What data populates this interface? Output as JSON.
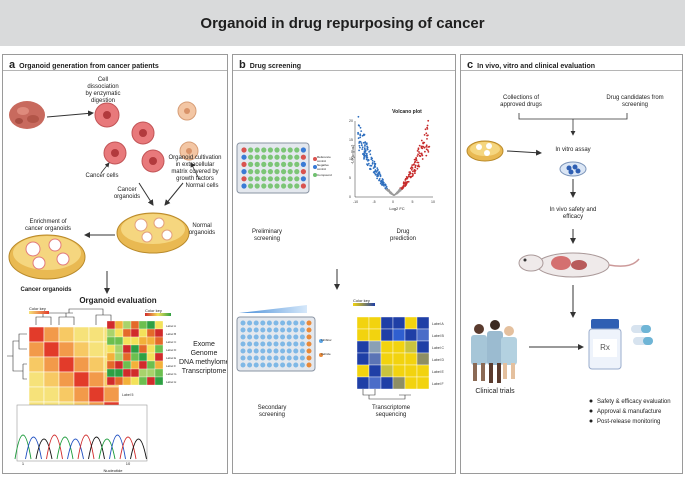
{
  "title": "Organoid in drug repurposing of cancer",
  "panel_a": {
    "letter": "a",
    "title": "Organoid generation from  cancer patients",
    "cell_dissociation": "Cell\ndissociation\nby enzymatic\ndigestion",
    "cancer_cells": "Cancer cells",
    "normal_cells": "Normal cells",
    "cancer_organoids": "Cancer\norganoids",
    "organoid_cultivation": "Organoid cultivation\nin extracellular\nmatrix covered by\ngrowth factors",
    "normal_organoids": "Normal\norganoids",
    "enrichment": "Enrichment of\ncancer organoids",
    "cancer_organoids_bottom": "Cancer organoids",
    "organoid_evaluation": "Organoid evaluation",
    "omics": [
      "Exome",
      "Genome",
      "DNA methylome",
      "Transcriptome"
    ],
    "color_key": "Color key",
    "heat_labels": [
      "Label 1",
      "Label 2",
      "Label 3",
      "Label 4",
      "Label 5",
      "Label 6"
    ],
    "heat_labels_b": [
      "Label A",
      "Label B",
      "Label C",
      "Label D",
      "Label E",
      "Label F",
      "Label G",
      "Label H"
    ],
    "nucleotide": "Nucleotide",
    "nuc_start": "1",
    "nuc_end": "10"
  },
  "panel_b": {
    "letter": "b",
    "title": "Drug screening",
    "volcano_title": "Volcano plot",
    "volcano_xlabel": "Log2 FC",
    "volcano_ylabel": "-Log₁₀(pₐₑⱼ)",
    "volcano_xticks": [
      "-10",
      "-5",
      "0",
      "5",
      "10"
    ],
    "volcano_yticks": [
      "0",
      "5",
      "10",
      "15",
      "20"
    ],
    "plate_legend": [
      "Reference control",
      "Negative control",
      "Compound"
    ],
    "preliminary": "Preliminary\nscreening",
    "drug_prediction": "Drug\nprediction",
    "secondary": "Secondary\nscreening",
    "transcriptome": "Transcriptome\nsequencing",
    "color_key": "Color key",
    "plate2_legend": [
      "Inhibitor",
      "Vehicle"
    ],
    "matrix_labels": [
      "Label A",
      "Label B",
      "Label C",
      "Label D",
      "Label E",
      "Label F"
    ]
  },
  "panel_c": {
    "letter": "c",
    "title": "In vivo, vitro and clinical evaluation",
    "approved": "Collections of\napproved drugs",
    "candidates": "Drug candidates from\nscreening",
    "in_vitro": "In vitro assay",
    "in_vivo": "In vivo safety and\nefficacy",
    "clinical": "Clinical trials",
    "rx": "Rx",
    "bullets": [
      "Safety & efficacy evaluation",
      "Approval & manufacture",
      "Post-release monitoring"
    ]
  },
  "colors": {
    "header_bg": "#d9dadb",
    "cancer_cell": "#e8797b",
    "normal_cell": "#f3c6a4",
    "dish": "#f2c869",
    "heat_yellow": "#f6e27a",
    "heat_red": "#e23b2a",
    "volcano_up": "#c62a2a",
    "volcano_down": "#2e6fbf",
    "matrix_blue": "#1f3fa6",
    "matrix_yellow": "#f2d30f"
  }
}
